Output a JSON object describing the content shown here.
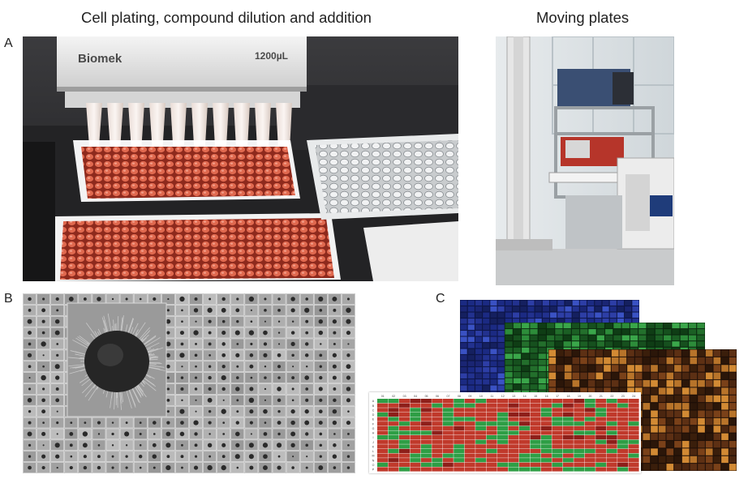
{
  "titles": {
    "left": "Cell plating, compound dilution and addition",
    "right": "Moving plates"
  },
  "labels": {
    "a": "A",
    "b": "B",
    "c": "C"
  },
  "photo_text": {
    "brand": "Biomek",
    "volume": "1200µL"
  },
  "heatmap": {
    "cols": [
      "01",
      "02",
      "03",
      "04",
      "05",
      "06",
      "07",
      "08",
      "09",
      "10",
      "11",
      "12",
      "13",
      "14",
      "15",
      "16",
      "17",
      "18",
      "19",
      "20",
      "21",
      "22",
      "23",
      "24"
    ],
    "rows": [
      "A",
      "B",
      "C",
      "D",
      "E",
      "F",
      "G",
      "H",
      "I",
      "J",
      "K",
      "L",
      "M",
      "N",
      "O",
      "P"
    ]
  },
  "colors": {
    "plate_red": "#d9543b",
    "blue_layer": "#1f2f8f",
    "green_layer": "#1e6f2a",
    "orange_layer": "#5a2f10",
    "table_red": "#c0392b",
    "table_green": "#2e9e45"
  }
}
